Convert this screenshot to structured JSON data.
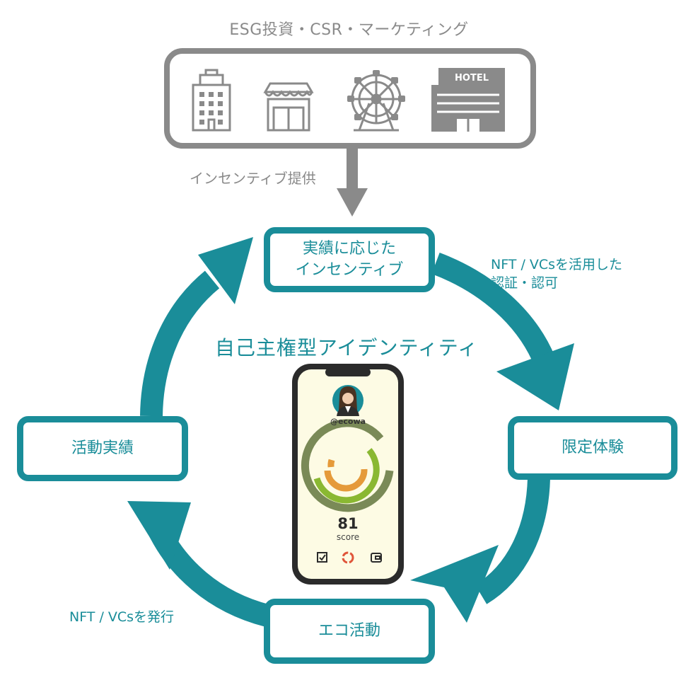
{
  "header": {
    "caption": "ESG投資・CSR・マーケティング",
    "provide_label": "インセンティブ提供",
    "hotel_sign": "HOTEL"
  },
  "cycle": {
    "incentive": "実績に応じた\nインセンティブ",
    "limited": "限定体験",
    "eco": "エコ活動",
    "results": "活動実績",
    "label_certify": "NFT / VCsを活用した\n認証・認可",
    "label_issue": "NFT / VCsを発行"
  },
  "center": {
    "title": "自己主権型アイデンティティ"
  },
  "phone": {
    "username": "@ecowa",
    "score": "81",
    "score_label": "score"
  },
  "colors": {
    "teal": "#1a8d99",
    "gray": "#8a8a8a",
    "olive": "#7a8a57",
    "green": "#8ab832",
    "orange": "#e59a3a",
    "phone_screen": "#fdfbe4"
  }
}
